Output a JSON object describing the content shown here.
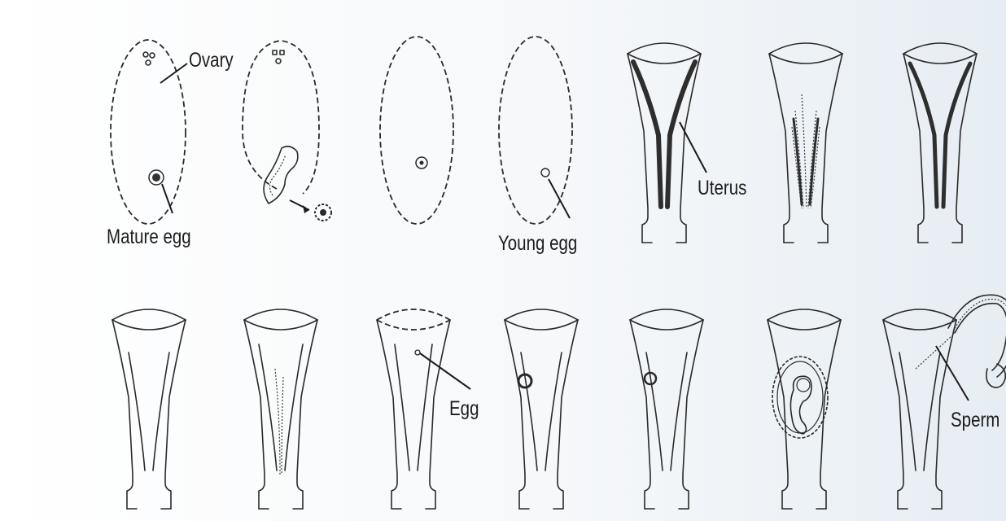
{
  "labels": {
    "ovary": "Ovary",
    "mature_egg": "Mature egg",
    "young_egg": "Young egg",
    "uterus": "Uterus",
    "egg": "Egg",
    "sperm": "Sperm"
  },
  "colors": {
    "background": "#ffffff",
    "line": "#2a2a2a",
    "background_shade_right": "#e8eef4"
  }
}
